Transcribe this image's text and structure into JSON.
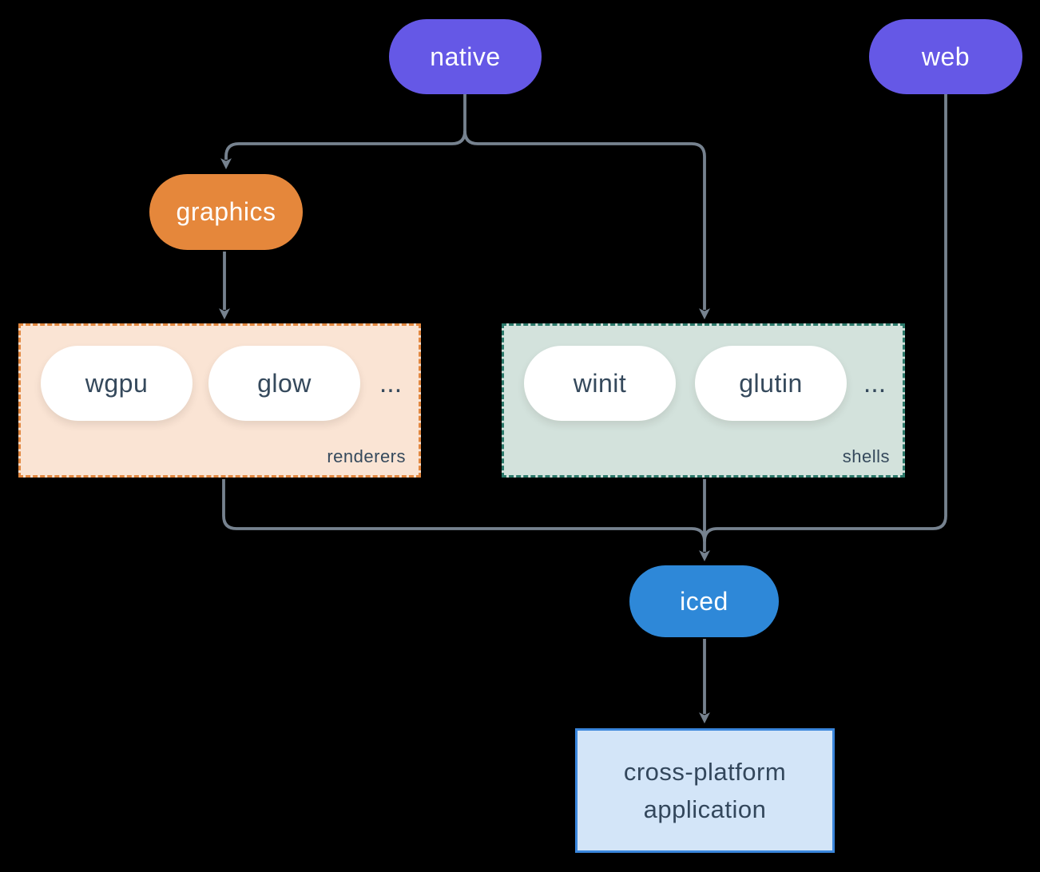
{
  "diagram": {
    "background_color": "#000000",
    "connector_color": "#76828f",
    "nodes": {
      "native": {
        "label": "native",
        "color": "#6558e6",
        "text_color": "#ffffff"
      },
      "web": {
        "label": "web",
        "color": "#6558e6",
        "text_color": "#ffffff"
      },
      "graphics": {
        "label": "graphics",
        "color": "#e5873b",
        "text_color": "#ffffff"
      },
      "iced": {
        "label": "iced",
        "color": "#2e88d8",
        "text_color": "#ffffff"
      },
      "wgpu": {
        "label": "wgpu",
        "color": "#ffffff",
        "text_color": "#35495c"
      },
      "glow": {
        "label": "glow",
        "color": "#ffffff",
        "text_color": "#35495c"
      },
      "winit": {
        "label": "winit",
        "color": "#ffffff",
        "text_color": "#35495c"
      },
      "glutin": {
        "label": "glutin",
        "color": "#ffffff",
        "text_color": "#35495c"
      },
      "app": {
        "line1": "cross-platform",
        "line2": "application",
        "bg": "#d3e5f8",
        "border": "#3a86dc",
        "text_color": "#33475c"
      }
    },
    "groups": {
      "renderers": {
        "label": "renderers",
        "ellipsis": "...",
        "bg": "#fae4d4",
        "border": "#e2873f"
      },
      "shells": {
        "label": "shells",
        "ellipsis": "...",
        "bg": "#d3e2dc",
        "border": "#2c7a6b"
      }
    },
    "edges": [
      {
        "from": "native",
        "to": "graphics"
      },
      {
        "from": "native",
        "to": "shells"
      },
      {
        "from": "graphics",
        "to": "renderers"
      },
      {
        "from": "renderers",
        "to": "iced"
      },
      {
        "from": "shells",
        "to": "iced"
      },
      {
        "from": "web",
        "to": "iced"
      },
      {
        "from": "iced",
        "to": "app"
      }
    ]
  }
}
